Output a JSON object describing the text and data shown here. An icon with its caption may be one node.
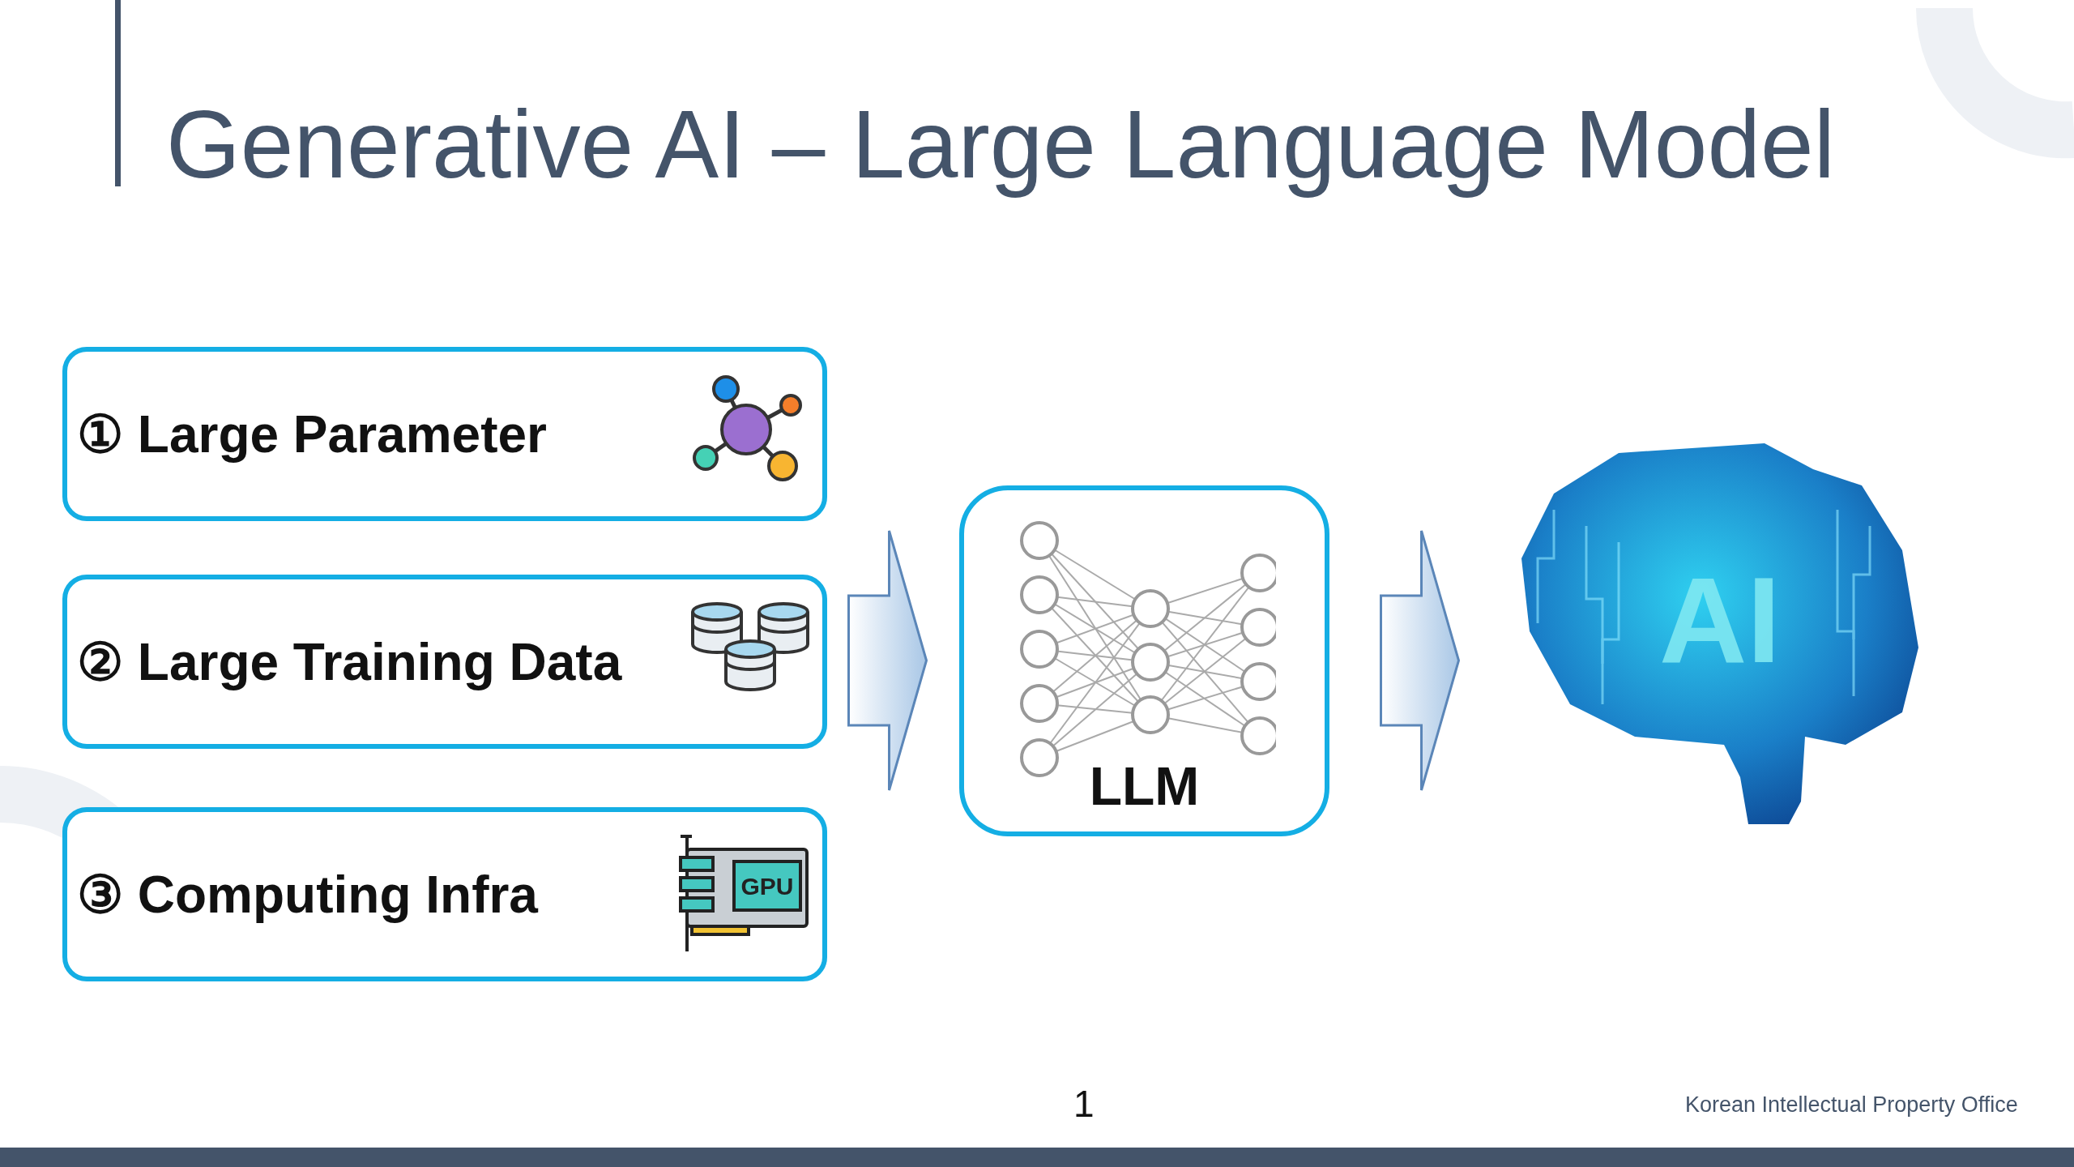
{
  "diagram": {
    "title": "Generative AI – Large Language Model",
    "nodes": [
      {
        "text": [
          "① Large Parameter"
        ]
      },
      {
        "text": [
          "② Large Training Data"
        ]
      },
      {
        "text": [
          "③ Computing Infra"
        ]
      },
      {
        "text": [
          "LLM"
        ]
      },
      {
        "text": [
          "AI"
        ]
      }
    ],
    "edges": [
      {
        "from": 0,
        "to": 3,
        "arrow": "to"
      },
      {
        "from": 1,
        "to": 3,
        "arrow": "to"
      },
      {
        "from": 2,
        "to": 3,
        "arrow": "to"
      },
      {
        "from": 3,
        "to": 4,
        "arrow": "to"
      }
    ],
    "labels": [
      "GPU",
      "1",
      "Korean Intellectual Property Office"
    ]
  }
}
